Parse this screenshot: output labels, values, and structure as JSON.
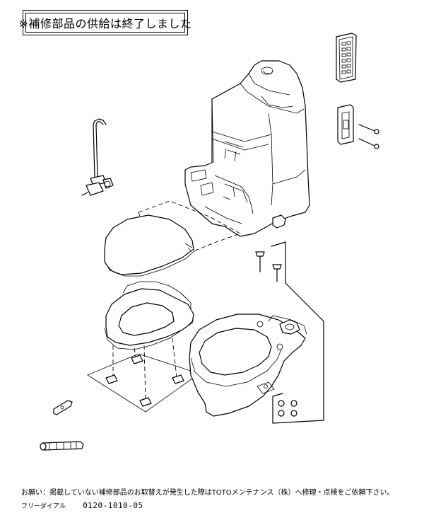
{
  "notice": {
    "text": "※補修部品の供給は終了しました"
  },
  "footer": {
    "request_text": "お願い：掲載していない補修部品のお取替えが発生した際はTOTOメンテナンス（株）へ修理・点検をご依頼下さい。",
    "dial_label": "フリーダイアル",
    "dial_number": "0120-1010-05"
  }
}
